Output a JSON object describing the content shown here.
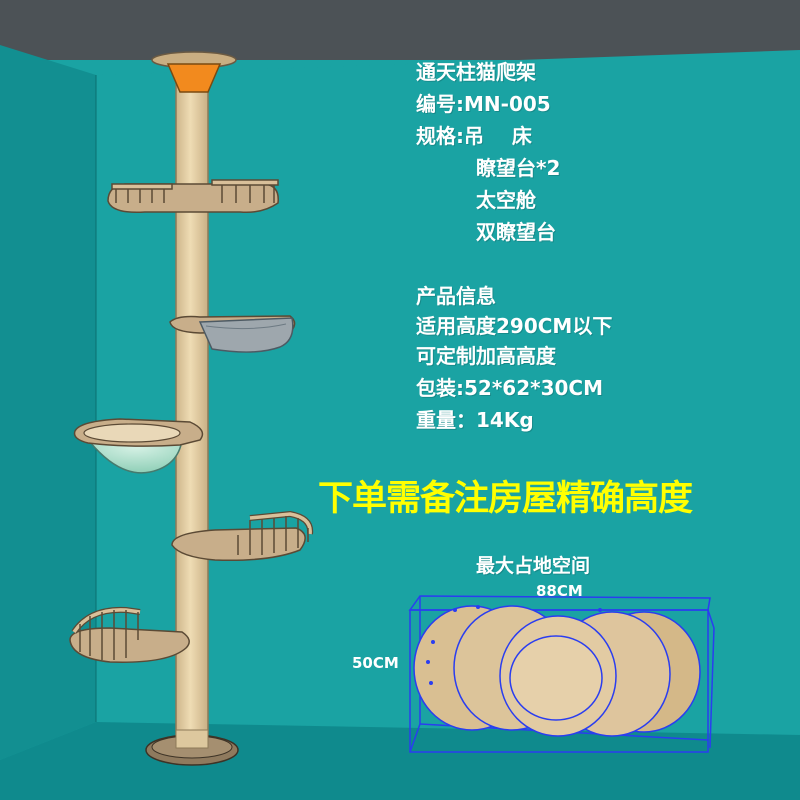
{
  "colors": {
    "wall": "#1aa3a3",
    "ceiling": "#4c5256",
    "floor": "#0f8a8d",
    "pole": "#e6d2a8",
    "platform": "#c8ae8a",
    "cap": "#f28a1e",
    "base": "#8f7a5e",
    "bowl": "#a9ddc9",
    "hammock": "#9ea7ad",
    "warning": "#ffff00",
    "text": "#ffffff",
    "box": "#2a3df0"
  },
  "product": {
    "name": "通天柱猫爬架",
    "model": "编号:MN-005",
    "spec_label": "规格:吊    床",
    "spec_items": [
      "瞭望台*2",
      "太空舱",
      "双瞭望台"
    ]
  },
  "info": {
    "heading": "产品信息",
    "lines": [
      "适用高度290CM以下",
      "可定制加高高度",
      "包装:52*62*30CM",
      "重量：14Kg"
    ]
  },
  "warning": "下单需备注房屋精确高度",
  "footprint": {
    "title": "最大占地空间",
    "width_label": "88CM",
    "height_label": "50CM"
  }
}
